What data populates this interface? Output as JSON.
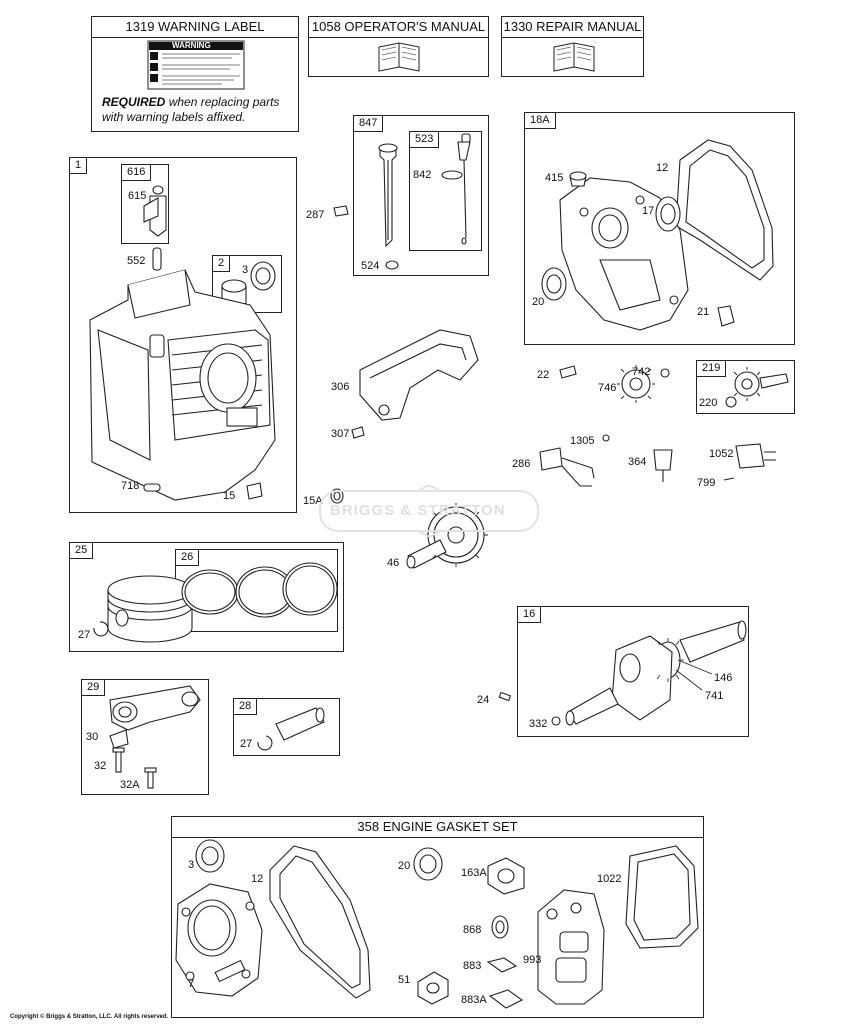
{
  "top_boxes": {
    "warning_label": {
      "title": "1319 WARNING LABEL",
      "sticker_head": "WARNING",
      "req_bold": "REQUIRED",
      "req_rest1": "when replacing parts",
      "req_rest2": "with warning labels affixed."
    },
    "operators_manual": {
      "title": "1058 OPERATOR'S MANUAL"
    },
    "repair_manual": {
      "title": "1330 REPAIR MANUAL"
    }
  },
  "groups": {
    "g1": "1",
    "g616": "616",
    "g2": "2",
    "g847": "847",
    "g523": "523",
    "g18a": "18A",
    "g219": "219",
    "g25": "25",
    "g26": "26",
    "g29": "29",
    "g28": "28",
    "g16": "16"
  },
  "gasket_set": {
    "title": "358 ENGINE GASKET SET"
  },
  "parts": {
    "p615": "615",
    "p552": "552",
    "p3": "3",
    "p718": "718",
    "p15": "15",
    "p287": "287",
    "p842": "842",
    "p524": "524",
    "p415": "415",
    "p12": "12",
    "p17": "17",
    "p20": "20",
    "p21": "21",
    "p306": "306",
    "p307": "307",
    "p15a": "15A",
    "p46": "46",
    "p22": "22",
    "p742": "742",
    "p746": "746",
    "p220": "220",
    "p1305": "1305",
    "p286": "286",
    "p364": "364",
    "p1052": "1052",
    "p799": "799",
    "p27a": "27",
    "p30": "30",
    "p32": "32",
    "p32a": "32A",
    "p27b": "27",
    "p24": "24",
    "p146": "146",
    "p741": "741",
    "p332": "332",
    "g3": "3",
    "g12": "12",
    "g7": "7",
    "g20": "20",
    "g51": "51",
    "g163a": "163A",
    "g868": "868",
    "g883": "883",
    "g883a": "883A",
    "g993": "993",
    "g1022": "1022"
  },
  "watermark": "BRIGGS & STRATTON",
  "copyright": "Copyright © Briggs & Stratton, LLC. All rights reserved."
}
